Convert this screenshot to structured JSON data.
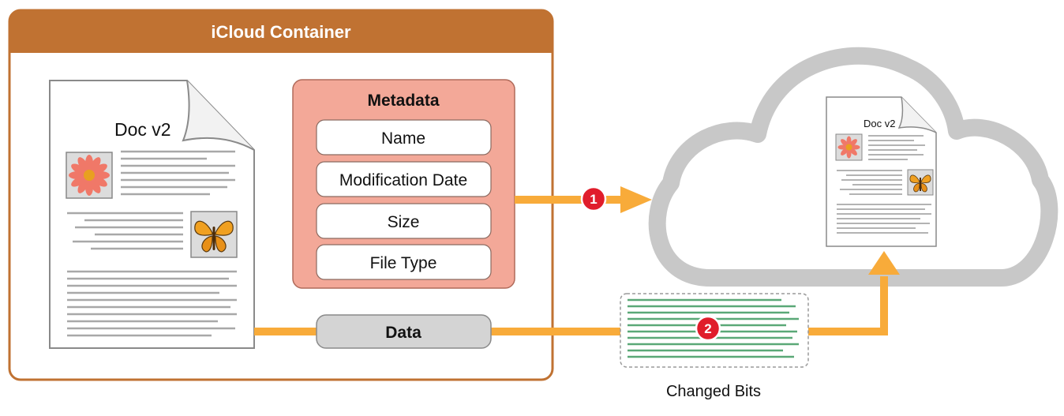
{
  "container": {
    "title": "iCloud Container"
  },
  "document": {
    "title": "Doc v2"
  },
  "metadata": {
    "title": "Metadata",
    "fields": [
      "Name",
      "Modification Date",
      "Size",
      "File Type"
    ]
  },
  "data_box": {
    "label": "Data"
  },
  "cloud": {
    "doc_title": "Doc v2"
  },
  "steps": [
    {
      "number": "1"
    },
    {
      "number": "2"
    }
  ],
  "changed_bits": {
    "caption": "Changed Bits"
  },
  "colors": {
    "container_header": "#c07232",
    "metadata_fill": "#f3a898",
    "arrow": "#f8ab3a",
    "step_badge": "#e01d2b",
    "cloud": "#c8c8c8",
    "changed_bits_lines": "#5aa877"
  },
  "icons": [
    "flower-image-icon",
    "butterfly-image-icon"
  ]
}
